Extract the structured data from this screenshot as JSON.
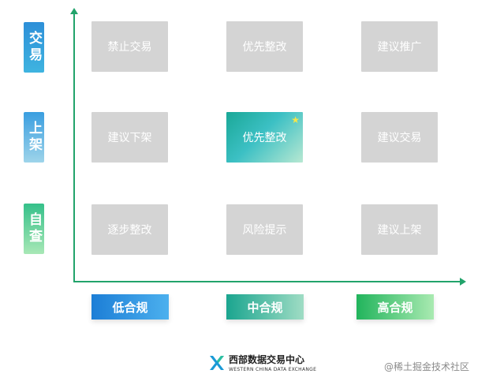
{
  "y_labels": [
    "交易",
    "上架",
    "自查"
  ],
  "x_labels": [
    "低合规",
    "中合规",
    "高合规"
  ],
  "grid": [
    [
      "禁止交易",
      "优先整改",
      "建议推广"
    ],
    [
      "建议下架",
      "优先整改",
      "建议交易"
    ],
    [
      "逐步整改",
      "风险提示",
      "建议上架"
    ]
  ],
  "highlight": {
    "row": 1,
    "col": 1,
    "star": "★"
  },
  "footer": {
    "name": "西部数据交易中心",
    "sub": "WESTERN CHINA DATA EXCHANGE"
  },
  "watermark": "@稀土掘金技术社区",
  "colors": {
    "axis": "#22a36b",
    "cell": "#d4d4d4",
    "star": "#f4e64a"
  }
}
